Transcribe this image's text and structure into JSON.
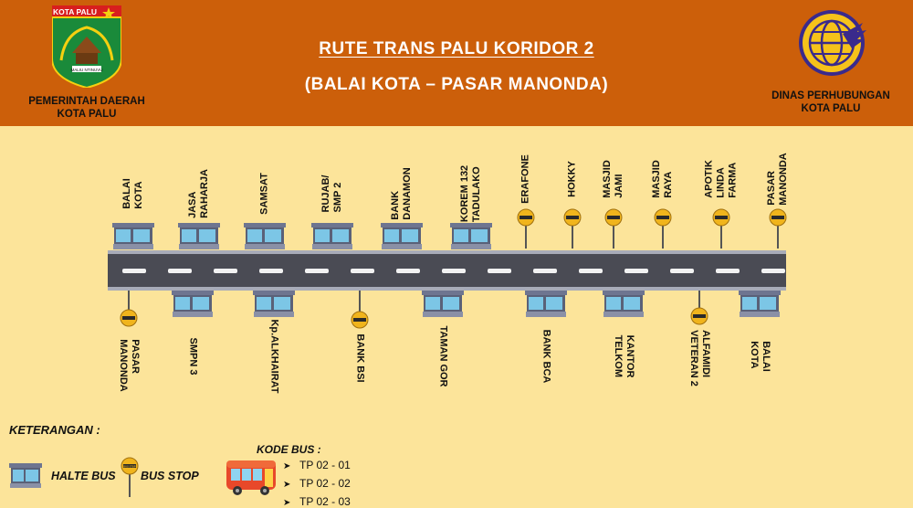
{
  "header": {
    "title_line1": "RUTE TRANS PALU KORIDOR 2",
    "title_line2": "(BALAI KOTA – PASAR MANONDA)",
    "left_org_line1": "PEMERINTAH DAERAH",
    "left_org_line2": "KOTA PALU",
    "left_logo_text": "KOTA PALU",
    "left_logo_motto": "MALIU NTINUVU",
    "right_org_line1": "DINAS PERHUBUNGAN",
    "right_org_line2": "KOTA PALU",
    "right_logo_icon": "globe-wing-icon"
  },
  "route": {
    "top_stops": [
      {
        "type": "halte",
        "lines": [
          "BALAI",
          "KOTA"
        ]
      },
      {
        "type": "halte",
        "lines": [
          "JASA",
          "RAHARJA"
        ]
      },
      {
        "type": "halte",
        "lines": [
          "SAMSAT"
        ]
      },
      {
        "type": "halte",
        "lines": [
          "RUJAB/",
          "SMP 2"
        ]
      },
      {
        "type": "halte",
        "lines": [
          "BANK",
          "DANAMON"
        ]
      },
      {
        "type": "halte",
        "lines": [
          "KOREM 132",
          "TADULAKO"
        ]
      },
      {
        "type": "busstop",
        "lines": [
          "ERAFONE"
        ]
      },
      {
        "type": "busstop",
        "lines": [
          "HOKKY"
        ]
      },
      {
        "type": "busstop",
        "lines": [
          "MASJID",
          "JAMI"
        ]
      },
      {
        "type": "busstop",
        "lines": [
          "MASJID",
          "RAYA"
        ]
      },
      {
        "type": "busstop",
        "lines": [
          "APOTIK",
          "LINDA",
          "FARMA"
        ]
      },
      {
        "type": "busstop",
        "lines": [
          "PASAR",
          "MANONDA"
        ]
      }
    ],
    "bottom_stops": [
      {
        "type": "busstop",
        "lines": [
          "PASAR",
          "MANONDA"
        ]
      },
      {
        "type": "halte",
        "lines": [
          "SMPN 3"
        ]
      },
      {
        "type": "halte",
        "lines": [
          "Kp.ALKHAIRAT"
        ]
      },
      {
        "type": "busstop",
        "lines": [
          "BANK BSI"
        ]
      },
      {
        "type": "halte",
        "lines": [
          "TAMAN GOR"
        ]
      },
      {
        "type": "halte",
        "lines": [
          "BANK BCA"
        ]
      },
      {
        "type": "halte",
        "lines": [
          "KANTOR",
          "TELKOM"
        ]
      },
      {
        "type": "busstop",
        "lines": [
          "ALFAMIDI",
          "VETERAN 2"
        ]
      },
      {
        "type": "halte",
        "lines": [
          "BALAI",
          "KOTA"
        ]
      }
    ]
  },
  "legend": {
    "title": "KETERANGAN :",
    "halte_label": "HALTE BUS",
    "busstop_label": "BUS STOP",
    "busstop_sign_text": "BUS STOP",
    "kode_title": "KODE BUS :",
    "codes": [
      "TP 02 - 01",
      "TP 02 - 02",
      "TP 02 - 03"
    ]
  },
  "colors": {
    "header": "#cc5f0a",
    "background": "#fce49a",
    "road": "#4a4b54",
    "halte_roof": "#6e7590",
    "halte_glass": "#7cc6e6",
    "busstop_sign": "#f0b41c",
    "bus_body": "#e8482a"
  }
}
